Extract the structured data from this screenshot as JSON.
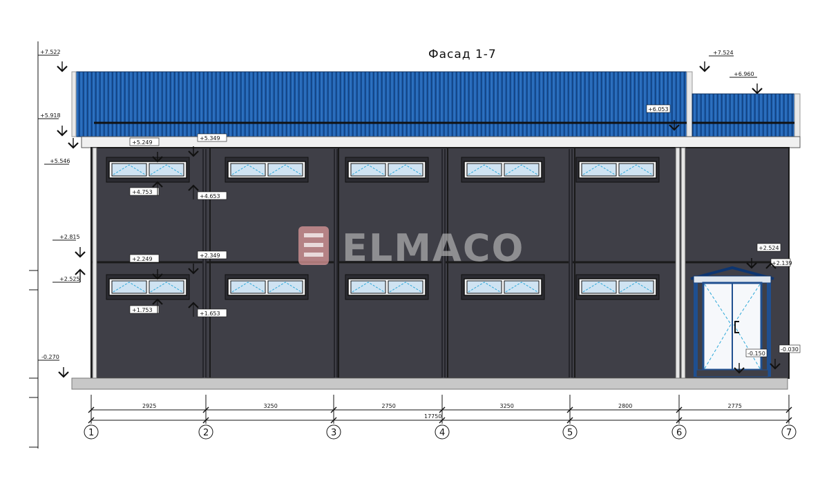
{
  "title": "Фасад 1-7",
  "watermark": "ELMACO",
  "colors": {
    "roof": "#1f5fae",
    "wall": "#404048",
    "frame": "#1a1a1a",
    "glass": "#cfe3f2",
    "ground": "#c8c8c8"
  },
  "left_levels": [
    "+7.522",
    "+5.918",
    "+5.546",
    "+2.815",
    "+2.525",
    "-0.270"
  ],
  "window_marks": {
    "upper_top_sill": "+5.249",
    "upper_top_head": "+5.349",
    "upper_bottom_sill": "+4.753",
    "upper_bottom_head": "+4.653",
    "lower_top_sill": "+2.249",
    "lower_top_head": "+2.349",
    "lower_bottom_sill": "+1.753",
    "lower_bottom_head": "+1.653"
  },
  "right_marks": {
    "roof_top": "+7.524",
    "annex_roof": "+6.960",
    "eave": "+6.053",
    "canopy_top": "+2.524",
    "canopy_bottom": "+2.139",
    "step": "-0.150",
    "ground": "-0.030"
  },
  "dimensions": {
    "spans": [
      "2925",
      "3250",
      "2750",
      "3250",
      "2800",
      "2775"
    ],
    "total": "17750"
  },
  "axes": [
    "1",
    "2",
    "3",
    "4",
    "5",
    "6",
    "7"
  ]
}
